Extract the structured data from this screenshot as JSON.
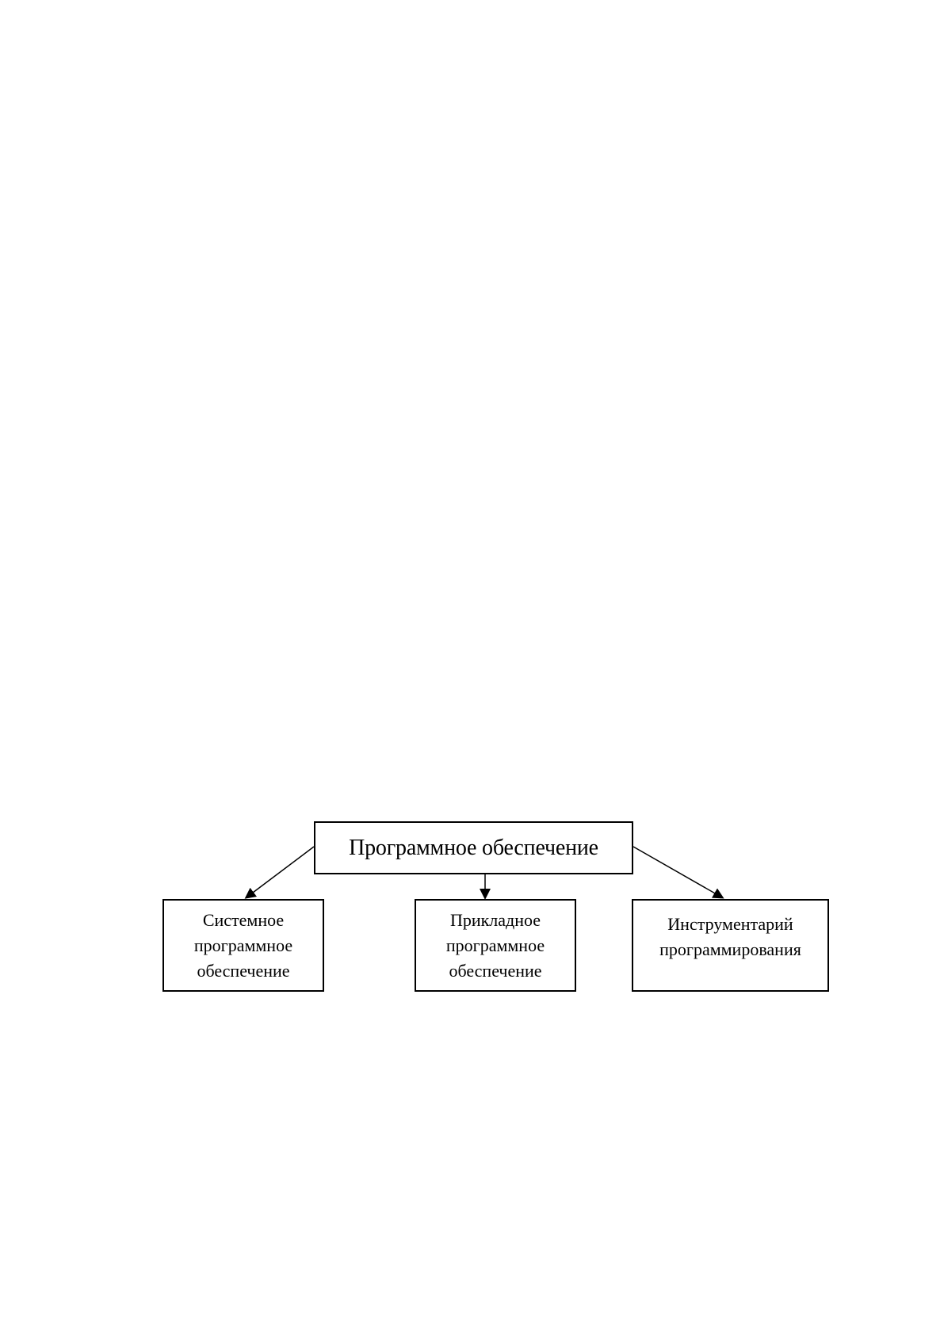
{
  "diagram": {
    "root": {
      "label": "Программное обеспечение"
    },
    "children": [
      {
        "label": "Системное программное обеспечение"
      },
      {
        "label": "Прикладное программное обеспечение"
      },
      {
        "label": "Инструментарий программирования"
      }
    ]
  },
  "colors": {
    "line": "#000000",
    "background": "#ffffff"
  }
}
